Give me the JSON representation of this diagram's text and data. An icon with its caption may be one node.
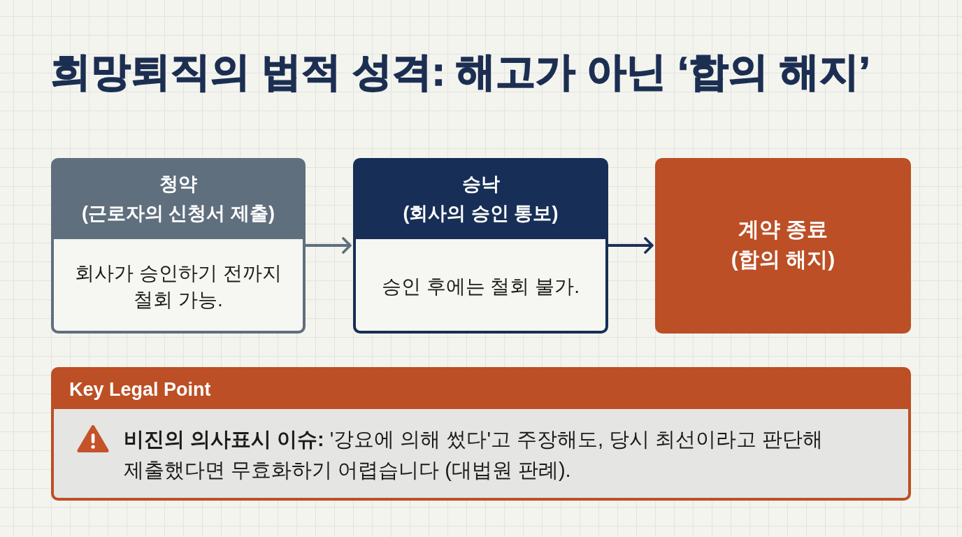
{
  "diagram": {
    "title": "희망퇴직의 법적 성격: 해고가 아닌 ‘합의 해지’",
    "nodes": [
      {
        "text": [
          "청약",
          "(근로자의 신청서 제출)",
          "회사가 승인하기 전까지 철회 가능."
        ]
      },
      {
        "text": [
          "승낙",
          "(회사의 승인 통보)",
          "승인 후에는 철회 불가."
        ]
      },
      {
        "text": [
          "계약 종료",
          "(합의 해지)"
        ]
      },
      {
        "text": [
          "Key Legal Point",
          "**비진의 의사표시 이슈:** '강요에 의해 썼다'고 주장해도, 당시 최선이라고 판단해 제출했다면 무효화하기 어렵습니다 (대법원 판례)."
        ]
      }
    ],
    "edges": [
      {
        "from": 0,
        "to": 1,
        "arrow": "to",
        "color": "#5f6f7e"
      },
      {
        "from": 1,
        "to": 2,
        "arrow": "to",
        "color": "#1a3057"
      }
    ]
  }
}
